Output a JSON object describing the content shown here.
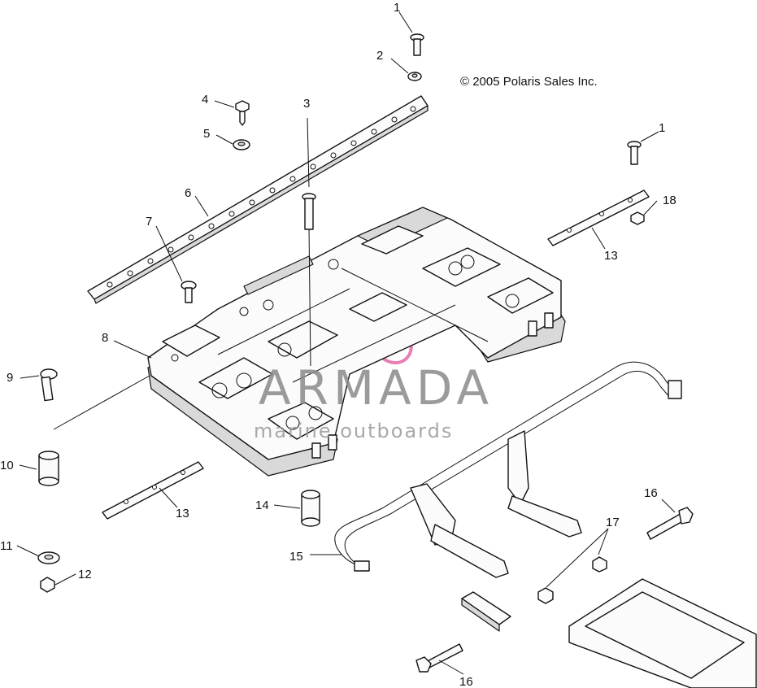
{
  "copyright": "© 2005 Polaris Sales Inc.",
  "watermark": {
    "brand": "ARMADA",
    "tagline": "marine outboards",
    "logo_color": "#e0559a",
    "text_color": "#8a8a8a"
  },
  "callouts": [
    {
      "id": "c1a",
      "label": "1"
    },
    {
      "id": "c2",
      "label": "2"
    },
    {
      "id": "c1b",
      "label": "1"
    },
    {
      "id": "c3",
      "label": "3"
    },
    {
      "id": "c4",
      "label": "4"
    },
    {
      "id": "c5",
      "label": "5"
    },
    {
      "id": "c6",
      "label": "6"
    },
    {
      "id": "c7",
      "label": "7"
    },
    {
      "id": "c8",
      "label": "8"
    },
    {
      "id": "c9",
      "label": "9"
    },
    {
      "id": "c10",
      "label": "10"
    },
    {
      "id": "c11",
      "label": "11"
    },
    {
      "id": "c12",
      "label": "12"
    },
    {
      "id": "c13a",
      "label": "13"
    },
    {
      "id": "c13b",
      "label": "13"
    },
    {
      "id": "c14",
      "label": "14"
    },
    {
      "id": "c15",
      "label": "15"
    },
    {
      "id": "c16a",
      "label": "16"
    },
    {
      "id": "c16b",
      "label": "16"
    },
    {
      "id": "c17",
      "label": "17"
    },
    {
      "id": "c18",
      "label": "18"
    }
  ]
}
